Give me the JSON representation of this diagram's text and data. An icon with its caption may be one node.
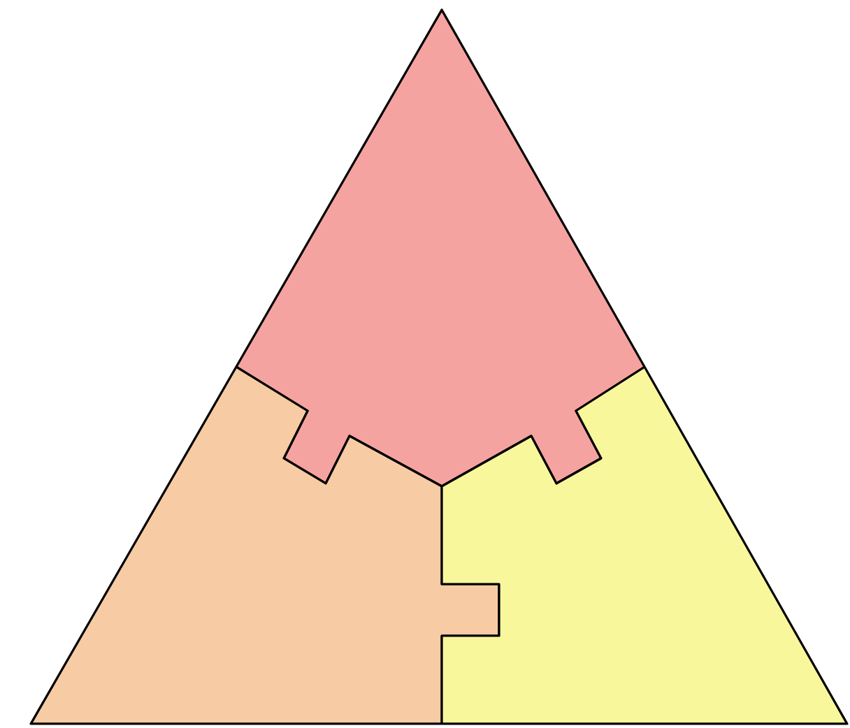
{
  "diagram": {
    "nodes": [
      {
        "text": [],
        "shape": "triangle"
      },
      {
        "text": [],
        "shape": "puzzle-piece",
        "in": 0
      },
      {
        "text": [],
        "shape": "puzzle-piece",
        "in": 0
      },
      {
        "text": [],
        "shape": "puzzle-piece",
        "in": 0
      }
    ]
  }
}
